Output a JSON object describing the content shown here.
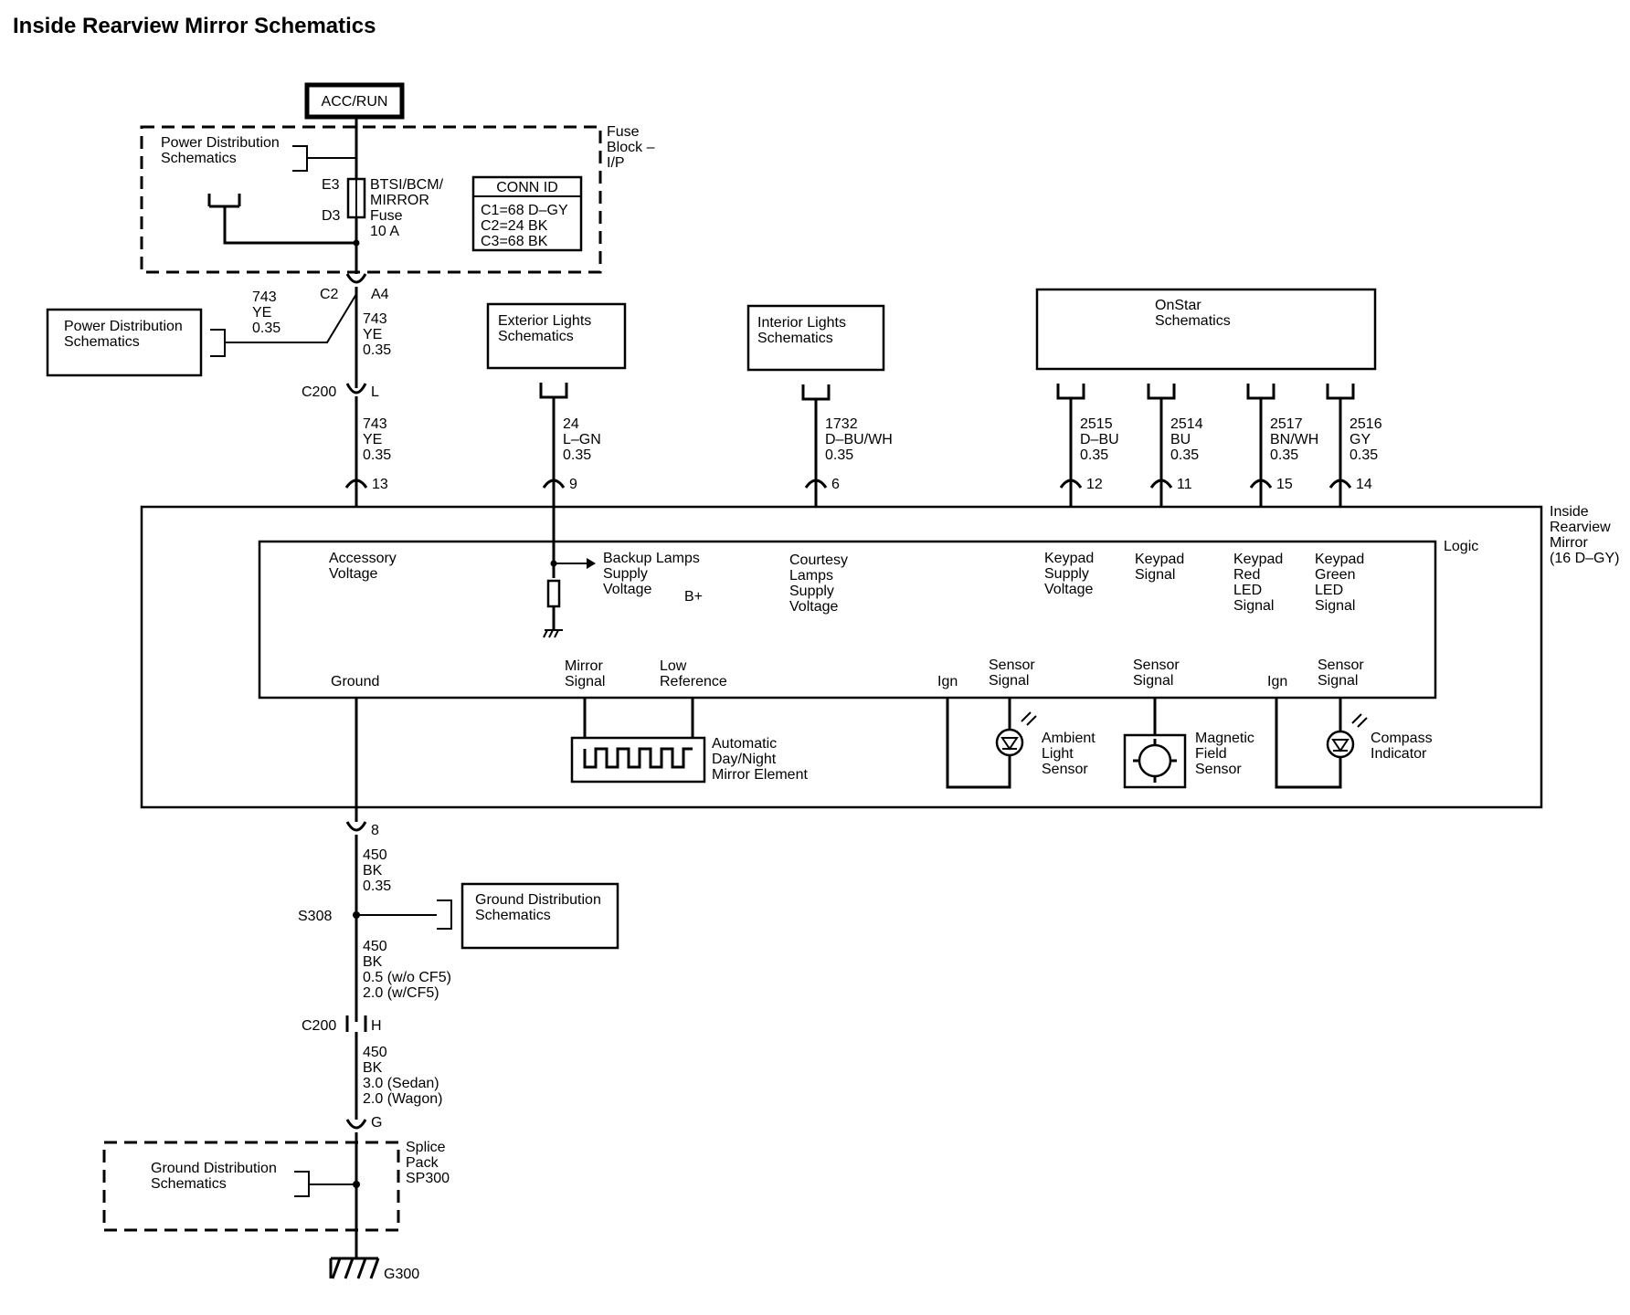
{
  "title": "Inside Rearview Mirror Schematics",
  "power_source": "ACC/RUN",
  "fuse_block": {
    "label": [
      "Fuse",
      "Block –",
      "I/P"
    ],
    "power_dist_ref": [
      "Power Distribution",
      "Schematics"
    ],
    "fuse_pins": [
      "E3",
      "D3"
    ],
    "fuse_name": [
      "BTSI/BCM/",
      "MIRROR",
      "Fuse",
      "10 A"
    ],
    "conn_id_title": "CONN ID",
    "conn_ids": [
      "C1=68 D–GY",
      "C2=24 BK",
      "C3=68 BK"
    ]
  },
  "c2": {
    "name": "C2",
    "pin": "A4"
  },
  "side_ref": {
    "box": [
      "Power Distribution",
      "Schematics"
    ],
    "wire": [
      "743",
      "YE",
      "0.35"
    ]
  },
  "wire_743_a": [
    "743",
    "YE",
    "0.35"
  ],
  "c200_top": {
    "name": "C200",
    "pin": "L"
  },
  "wire_743_b": [
    "743",
    "YE",
    "0.35"
  ],
  "refs": {
    "exterior": [
      "Exterior Lights",
      "Schematics"
    ],
    "interior": [
      "Interior Lights",
      "Schematics"
    ],
    "onstar": [
      "OnStar",
      "Schematics"
    ]
  },
  "wires_top": [
    {
      "circuit": [
        "24",
        "L–GN",
        "0.35"
      ],
      "pin": "9"
    },
    {
      "circuit": [
        "1732",
        "D–BU/WH",
        "0.35"
      ],
      "pin": "6"
    },
    {
      "circuit": [
        "2515",
        "D–BU",
        "0.35"
      ],
      "pin": "12"
    },
    {
      "circuit": [
        "2514",
        "BU",
        "0.35"
      ],
      "pin": "11"
    },
    {
      "circuit": [
        "2517",
        "BN/WH",
        "0.35"
      ],
      "pin": "15"
    },
    {
      "circuit": [
        "2516",
        "GY",
        "0.35"
      ],
      "pin": "14"
    }
  ],
  "pin_acc": "13",
  "mirror": {
    "name": [
      "Inside",
      "Rearview",
      "Mirror",
      "(16 D–GY)"
    ],
    "logic": "Logic",
    "acc_voltage": [
      "Accessory",
      "Voltage"
    ],
    "backup": [
      "Backup Lamps",
      "Supply",
      "Voltage"
    ],
    "bplus": "B+",
    "courtesy": [
      "Courtesy",
      "Lamps",
      "Supply",
      "Voltage"
    ],
    "keypad_supply": [
      "Keypad",
      "Supply",
      "Voltage"
    ],
    "keypad_signal": [
      "Keypad",
      "Signal"
    ],
    "keypad_red": [
      "Keypad",
      "Red",
      "LED",
      "Signal"
    ],
    "keypad_green": [
      "Keypad",
      "Green",
      "LED",
      "Signal"
    ],
    "ground": "Ground",
    "mirror_signal": [
      "Mirror",
      "Signal"
    ],
    "low_ref": [
      "Low",
      "Reference"
    ],
    "ign1": "Ign",
    "sensor_signal_1": [
      "Sensor",
      "Signal"
    ],
    "sensor_signal_2": [
      "Sensor",
      "Signal"
    ],
    "ign2": "Ign",
    "sensor_signal_3": [
      "Sensor",
      "Signal"
    ],
    "auto_dimming": [
      "Automatic",
      "Day/Night",
      "Mirror Element"
    ],
    "ambient": [
      "Ambient",
      "Light",
      "Sensor"
    ],
    "magnetic": [
      "Magnetic",
      "Field",
      "Sensor"
    ],
    "compass": [
      "Compass",
      "Indicator"
    ]
  },
  "pin_ground": "8",
  "wire_450_a": [
    "450",
    "BK",
    "0.35"
  ],
  "s308": "S308",
  "ground_dist_ref": [
    "Ground Distribution",
    "Schematics"
  ],
  "wire_450_b": [
    "450",
    "BK",
    "0.5 (w/o CF5)",
    "2.0 (w/CF5)"
  ],
  "c200_bottom": {
    "name": "C200",
    "pin": "H"
  },
  "wire_450_c": [
    "450",
    "BK",
    "3.0 (Sedan)",
    "2.0 (Wagon)"
  ],
  "pin_g": "G",
  "splice_pack": [
    "Splice",
    "Pack",
    "SP300"
  ],
  "splice_ground_ref": [
    "Ground Distribution",
    "Schematics"
  ],
  "ground_point": "G300"
}
